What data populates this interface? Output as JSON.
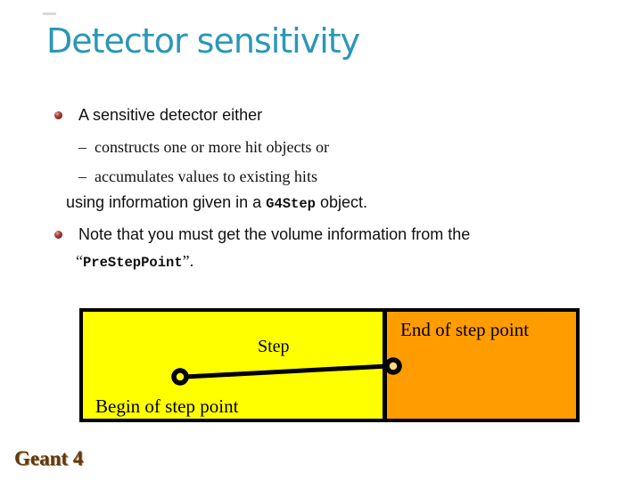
{
  "slide": {
    "title": "Detector sensitivity"
  },
  "colors": {
    "title_teal": "#2b97b7",
    "volume_yellow": "#ffff00",
    "volume_orange": "#ff9d00",
    "bullet_maroon": "#7d2020",
    "logo_brown": "#5e3a17"
  },
  "bullets": {
    "item1": {
      "text": "A sensitive detector either",
      "sub1_dash": "–",
      "sub1": "constructs one or more hit objects or",
      "sub2_dash": "–",
      "sub2": "accumulates values to existing hits",
      "cont_pre": "using information given in a ",
      "cont_code": "G4Step",
      "cont_post": " object."
    },
    "item2": {
      "line1": "Note that you must get the volume information from the",
      "quote_open": "“",
      "code": "PreStepPoint",
      "quote_close": "”."
    }
  },
  "diagram": {
    "step_label": "Step",
    "begin_label": "Begin of step point",
    "end_label": "End of step point"
  },
  "footer": {
    "logo": "Geant 4"
  }
}
